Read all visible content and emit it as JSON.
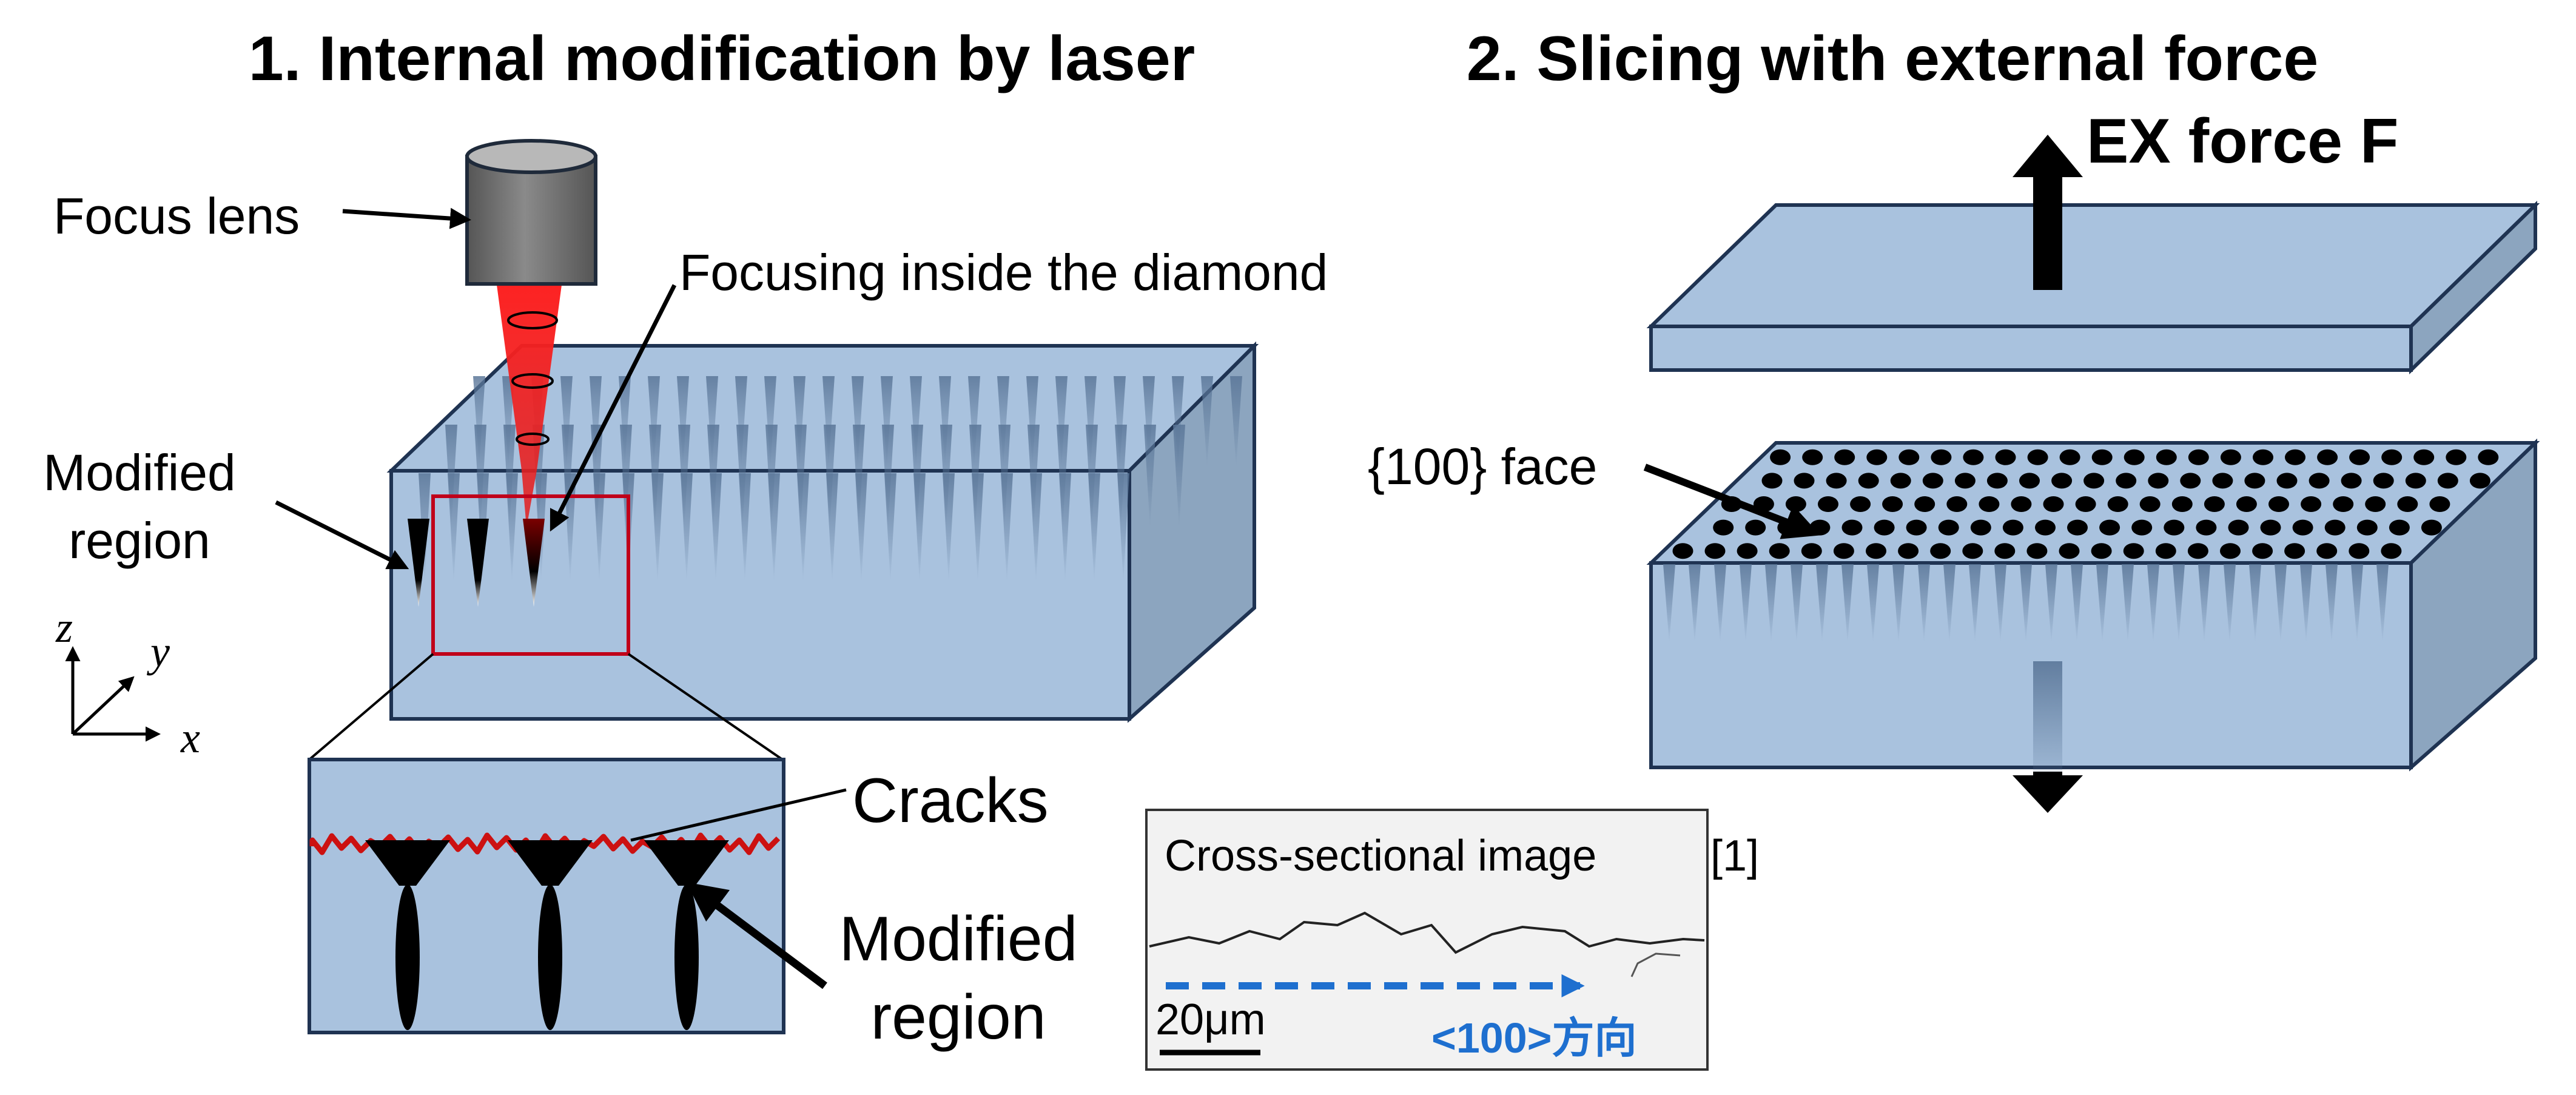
{
  "panel1": {
    "title": "1.  Internal modification by laser",
    "focus_lens_label": "Focus lens",
    "focusing_label": "Focusing inside the diamond",
    "modified_region_label_line1": "Modified",
    "modified_region_label_line2": "region",
    "cracks_label": "Cracks",
    "modified_region2_line1": "Modified",
    "modified_region2_line2": "region",
    "axis_x": "x",
    "axis_y": "y",
    "axis_z": "z"
  },
  "panel2": {
    "title": "2. Slicing with external force",
    "force_label": "EX force F",
    "face_label": "{100} face"
  },
  "inset": {
    "title": "Cross-sectional image",
    "reference": "[1]",
    "scale_bar": "20μm",
    "direction": "<100>方向"
  },
  "colors": {
    "block_face": "#a9c2de",
    "block_side": "#8ca5bf",
    "block_edge": "#1f3352",
    "laser_red": "#e81818",
    "highlight_box": "#c0001a",
    "crack_red": "#cc1111",
    "direction_blue": "#1e6fcf"
  }
}
